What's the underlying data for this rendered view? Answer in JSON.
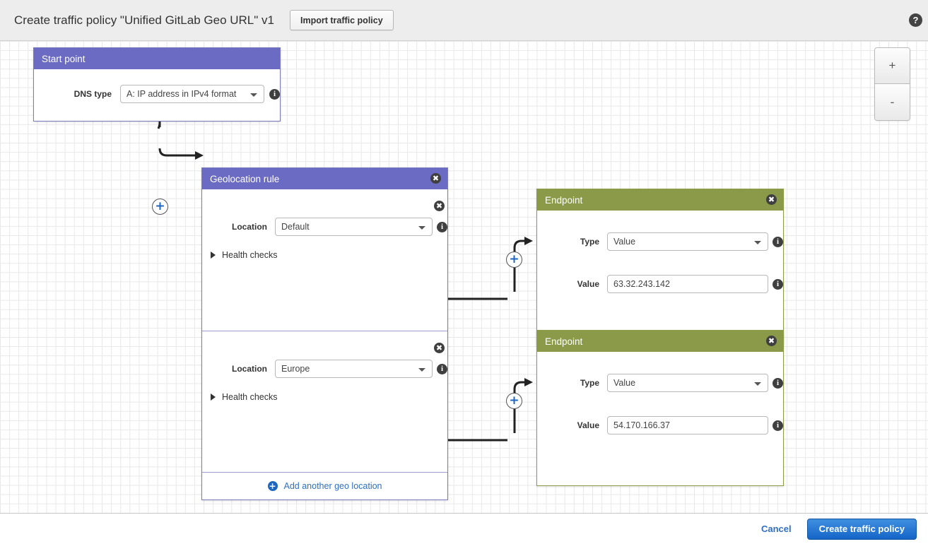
{
  "header": {
    "title": "Create traffic policy \"Unified GitLab Geo URL\" v1",
    "import_button": "Import traffic policy",
    "help_icon": "?"
  },
  "canvas": {
    "zoom_in": "+",
    "zoom_out": "-"
  },
  "start_point": {
    "title": "Start point",
    "dns_type_label": "DNS type",
    "dns_type_value": "A: IP address in IPv4 format"
  },
  "geolocation_rule": {
    "title": "Geolocation rule",
    "locations": [
      {
        "label": "Location",
        "value": "Default",
        "health_checks": "Health checks"
      },
      {
        "label": "Location",
        "value": "Europe",
        "health_checks": "Health checks"
      }
    ],
    "add_location": "Add another geo location"
  },
  "endpoints": [
    {
      "title": "Endpoint",
      "type_label": "Type",
      "type_value": "Value",
      "value_label": "Value",
      "value": "63.32.243.142"
    },
    {
      "title": "Endpoint",
      "type_label": "Type",
      "type_value": "Value",
      "value_label": "Value",
      "value": "54.170.166.37"
    }
  ],
  "footer": {
    "cancel": "Cancel",
    "create": "Create traffic policy"
  },
  "icons": {
    "close": "✖",
    "info": "i",
    "plus": "+"
  },
  "colors": {
    "rule_header": "#6b6bc4",
    "endpoint_header": "#8a9a48",
    "primary_button": "#1565c8",
    "link": "#2f6fc4"
  }
}
